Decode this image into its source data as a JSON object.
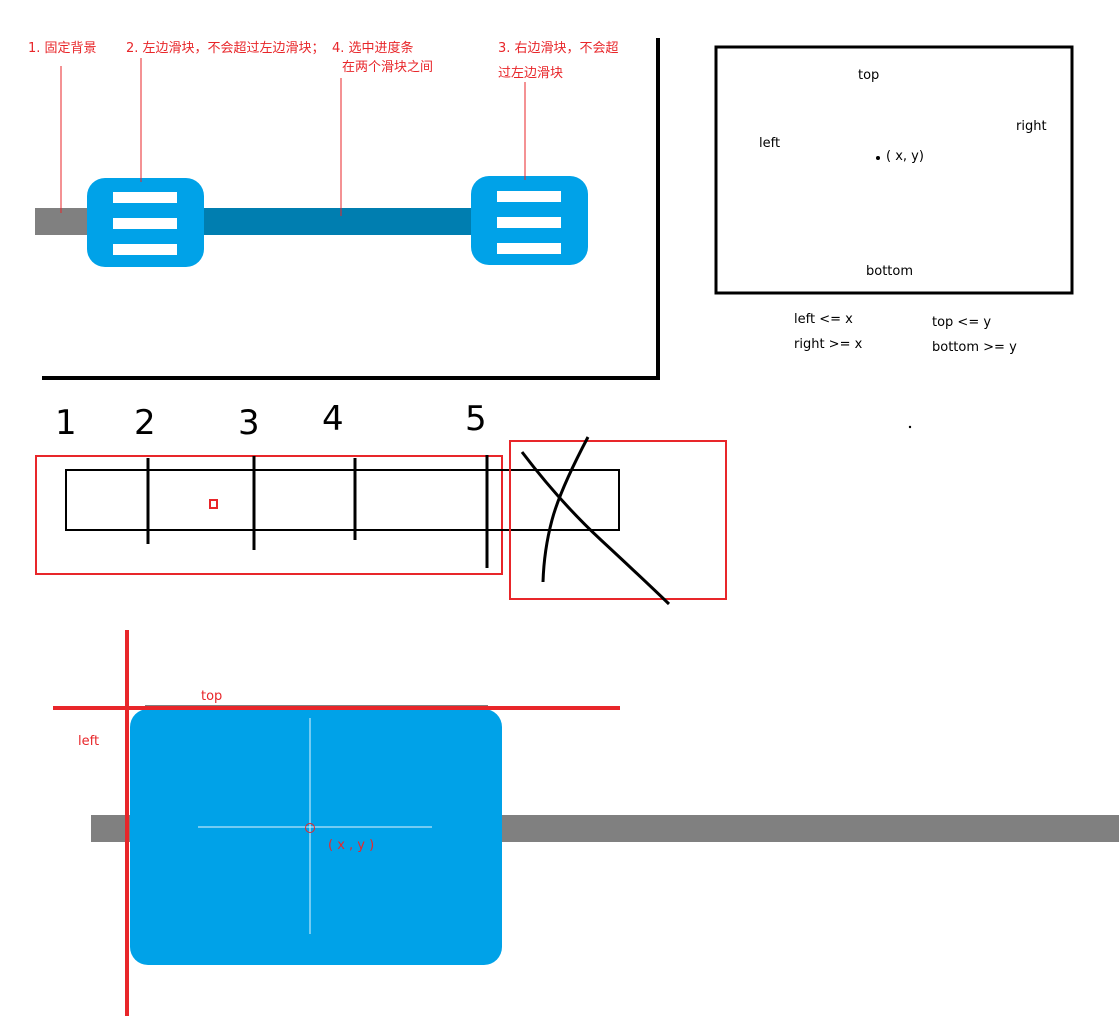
{
  "slider_panel": {
    "note_fixed_bg": "1. 固定背景",
    "note_left_handle": "2. 左边滑块，不会超过左边滑块；",
    "note_progress_line1": "4. 选中进度条",
    "note_progress_line2": "在两个滑块之间",
    "note_right_handle_line1": "3. 右边滑块，不会超",
    "note_right_handle_line2": "过左边滑块"
  },
  "bounds_box": {
    "top": "top",
    "left": "left",
    "right": "right",
    "bottom": "bottom",
    "point": "( x, y)",
    "rule_left": "left <= x",
    "rule_right": "right >= x",
    "rule_top": "top <= y",
    "rule_bottom": "bottom >= y"
  },
  "segments": {
    "numbers": [
      "1",
      "2",
      "3",
      "4",
      "5"
    ]
  },
  "handle_detail": {
    "top": "top",
    "left": "left",
    "point": "( x , y )"
  },
  "colors": {
    "red": "#e8262a",
    "handle_blue": "#00a2e8",
    "progress_blue": "#007eb0",
    "track_gray": "#808080"
  }
}
